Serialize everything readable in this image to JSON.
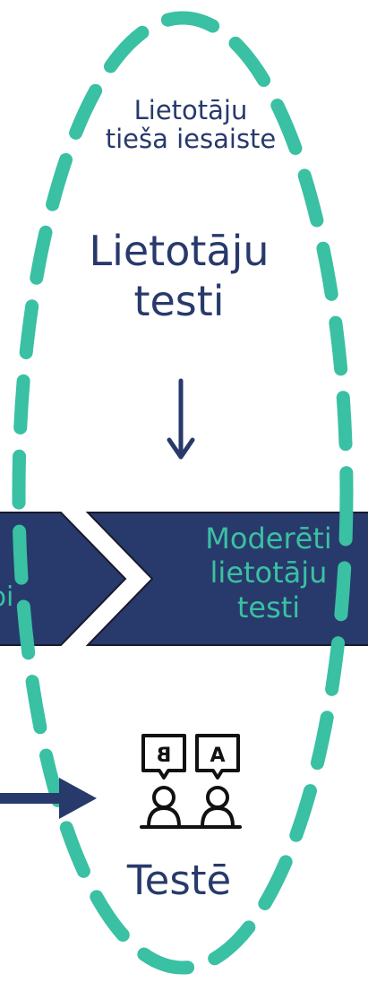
{
  "colors": {
    "navy": "#283a6b",
    "dark_navy": "#1a1a2e",
    "teal": "#3ac0a2",
    "white": "#ffffff"
  },
  "group": {
    "label_line1": "Lietotāju",
    "label_line2": "tieša iesaiste"
  },
  "method": {
    "title_line1": "Lietotāju",
    "title_line2": "testi"
  },
  "process": {
    "left_fragment": "pi",
    "step_line1": "Moderēti",
    "step_line2": "lietotāju",
    "step_line3": "testi"
  },
  "outcome": {
    "icon": "ab-testing-users-icon",
    "icon_badge_a": "A",
    "icon_badge_b": "B",
    "label": "Testē"
  }
}
